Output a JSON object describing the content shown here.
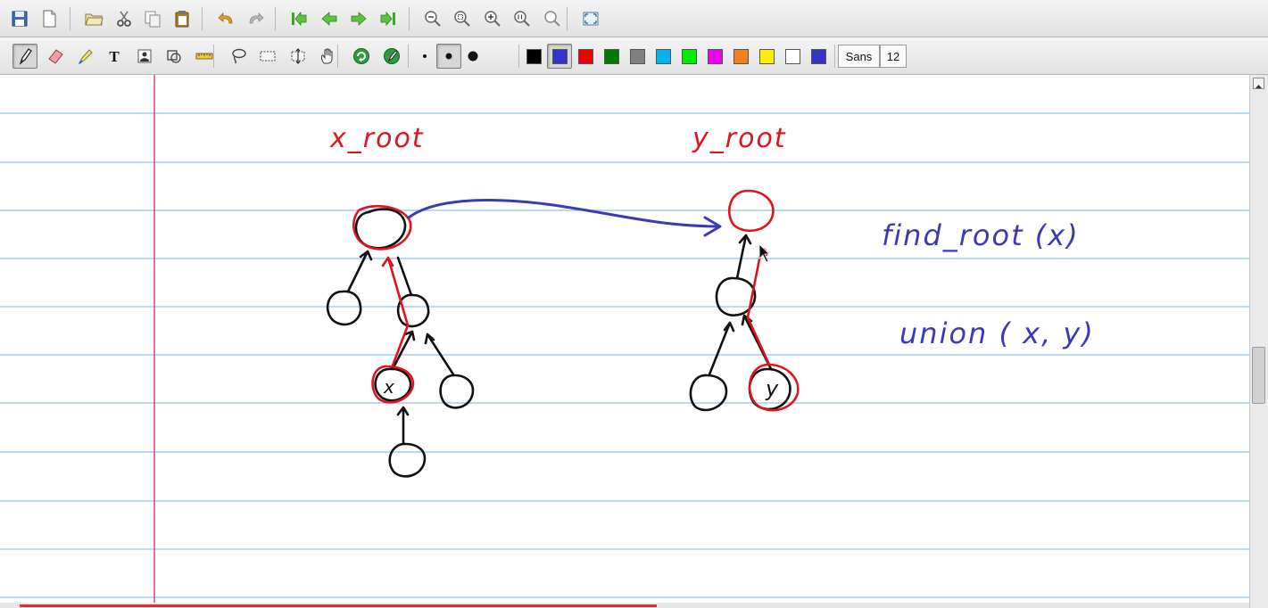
{
  "app": {
    "font_name": "Sans",
    "font_size": "12"
  },
  "toolbar_main": [
    {
      "name": "save-icon"
    },
    {
      "name": "new-page-icon"
    },
    {
      "name": "open-folder-icon"
    },
    {
      "name": "cut-icon"
    },
    {
      "name": "copy-icon"
    },
    {
      "name": "paste-icon"
    },
    {
      "name": "undo-icon"
    },
    {
      "name": "redo-icon"
    },
    {
      "name": "first-page-icon"
    },
    {
      "name": "previous-page-icon"
    },
    {
      "name": "next-page-icon"
    },
    {
      "name": "last-page-icon"
    },
    {
      "name": "zoom-out-icon"
    },
    {
      "name": "zoom-fit-icon"
    },
    {
      "name": "zoom-in-icon"
    },
    {
      "name": "zoom-actual-size-icon"
    },
    {
      "name": "zoom-width-icon"
    },
    {
      "name": "fullscreen-icon"
    }
  ],
  "toolbar_tools": [
    {
      "name": "pen-tool-icon",
      "pressed": true
    },
    {
      "name": "eraser-tool-icon"
    },
    {
      "name": "highlighter-tool-icon"
    },
    {
      "name": "text-tool-icon",
      "glyph": "T"
    },
    {
      "name": "image-tool-icon"
    },
    {
      "name": "shape-recognizer-icon"
    },
    {
      "name": "ruler-icon"
    },
    {
      "name": "lasso-select-icon"
    },
    {
      "name": "rectangle-select-icon"
    },
    {
      "name": "vertical-space-icon"
    },
    {
      "name": "hand-tool-icon"
    },
    {
      "name": "default-tool-icon"
    },
    {
      "name": "default-pen-icon"
    }
  ],
  "pen_sizes": [
    {
      "name": "thin-pen-icon"
    },
    {
      "name": "medium-pen-icon",
      "pressed": true
    },
    {
      "name": "thick-pen-icon"
    }
  ],
  "colors": [
    {
      "name": "color-black",
      "hex": "#000000"
    },
    {
      "name": "color-blue",
      "hex": "#3333cc",
      "pressed": true
    },
    {
      "name": "color-red",
      "hex": "#ee0000"
    },
    {
      "name": "color-green",
      "hex": "#007a00"
    },
    {
      "name": "color-gray",
      "hex": "#808080"
    },
    {
      "name": "color-light-blue",
      "hex": "#00b4ee"
    },
    {
      "name": "color-light-green",
      "hex": "#00ee00"
    },
    {
      "name": "color-magenta",
      "hex": "#ee00ee"
    },
    {
      "name": "color-orange",
      "hex": "#f08020"
    },
    {
      "name": "color-yellow",
      "hex": "#ffee00"
    },
    {
      "name": "color-white",
      "hex": "#ffffff"
    },
    {
      "name": "current-color",
      "hex": "#3333cc"
    }
  ],
  "page": {
    "ruling_color": "#8fc3e8",
    "margin_color": "#d4257a"
  },
  "handwriting": {
    "x_root_label": "x_root",
    "y_root_label": "y_root",
    "find_root_label": "find_root (x)",
    "union_label": "union ( x, y)",
    "node_x_label": "x",
    "node_y_label": "y",
    "ink_black": "#111111",
    "ink_red": "#e0141e",
    "ink_blue": "#3a3ab8"
  },
  "playback": {
    "progress_fraction": 0.51,
    "color": "#e8302b"
  }
}
